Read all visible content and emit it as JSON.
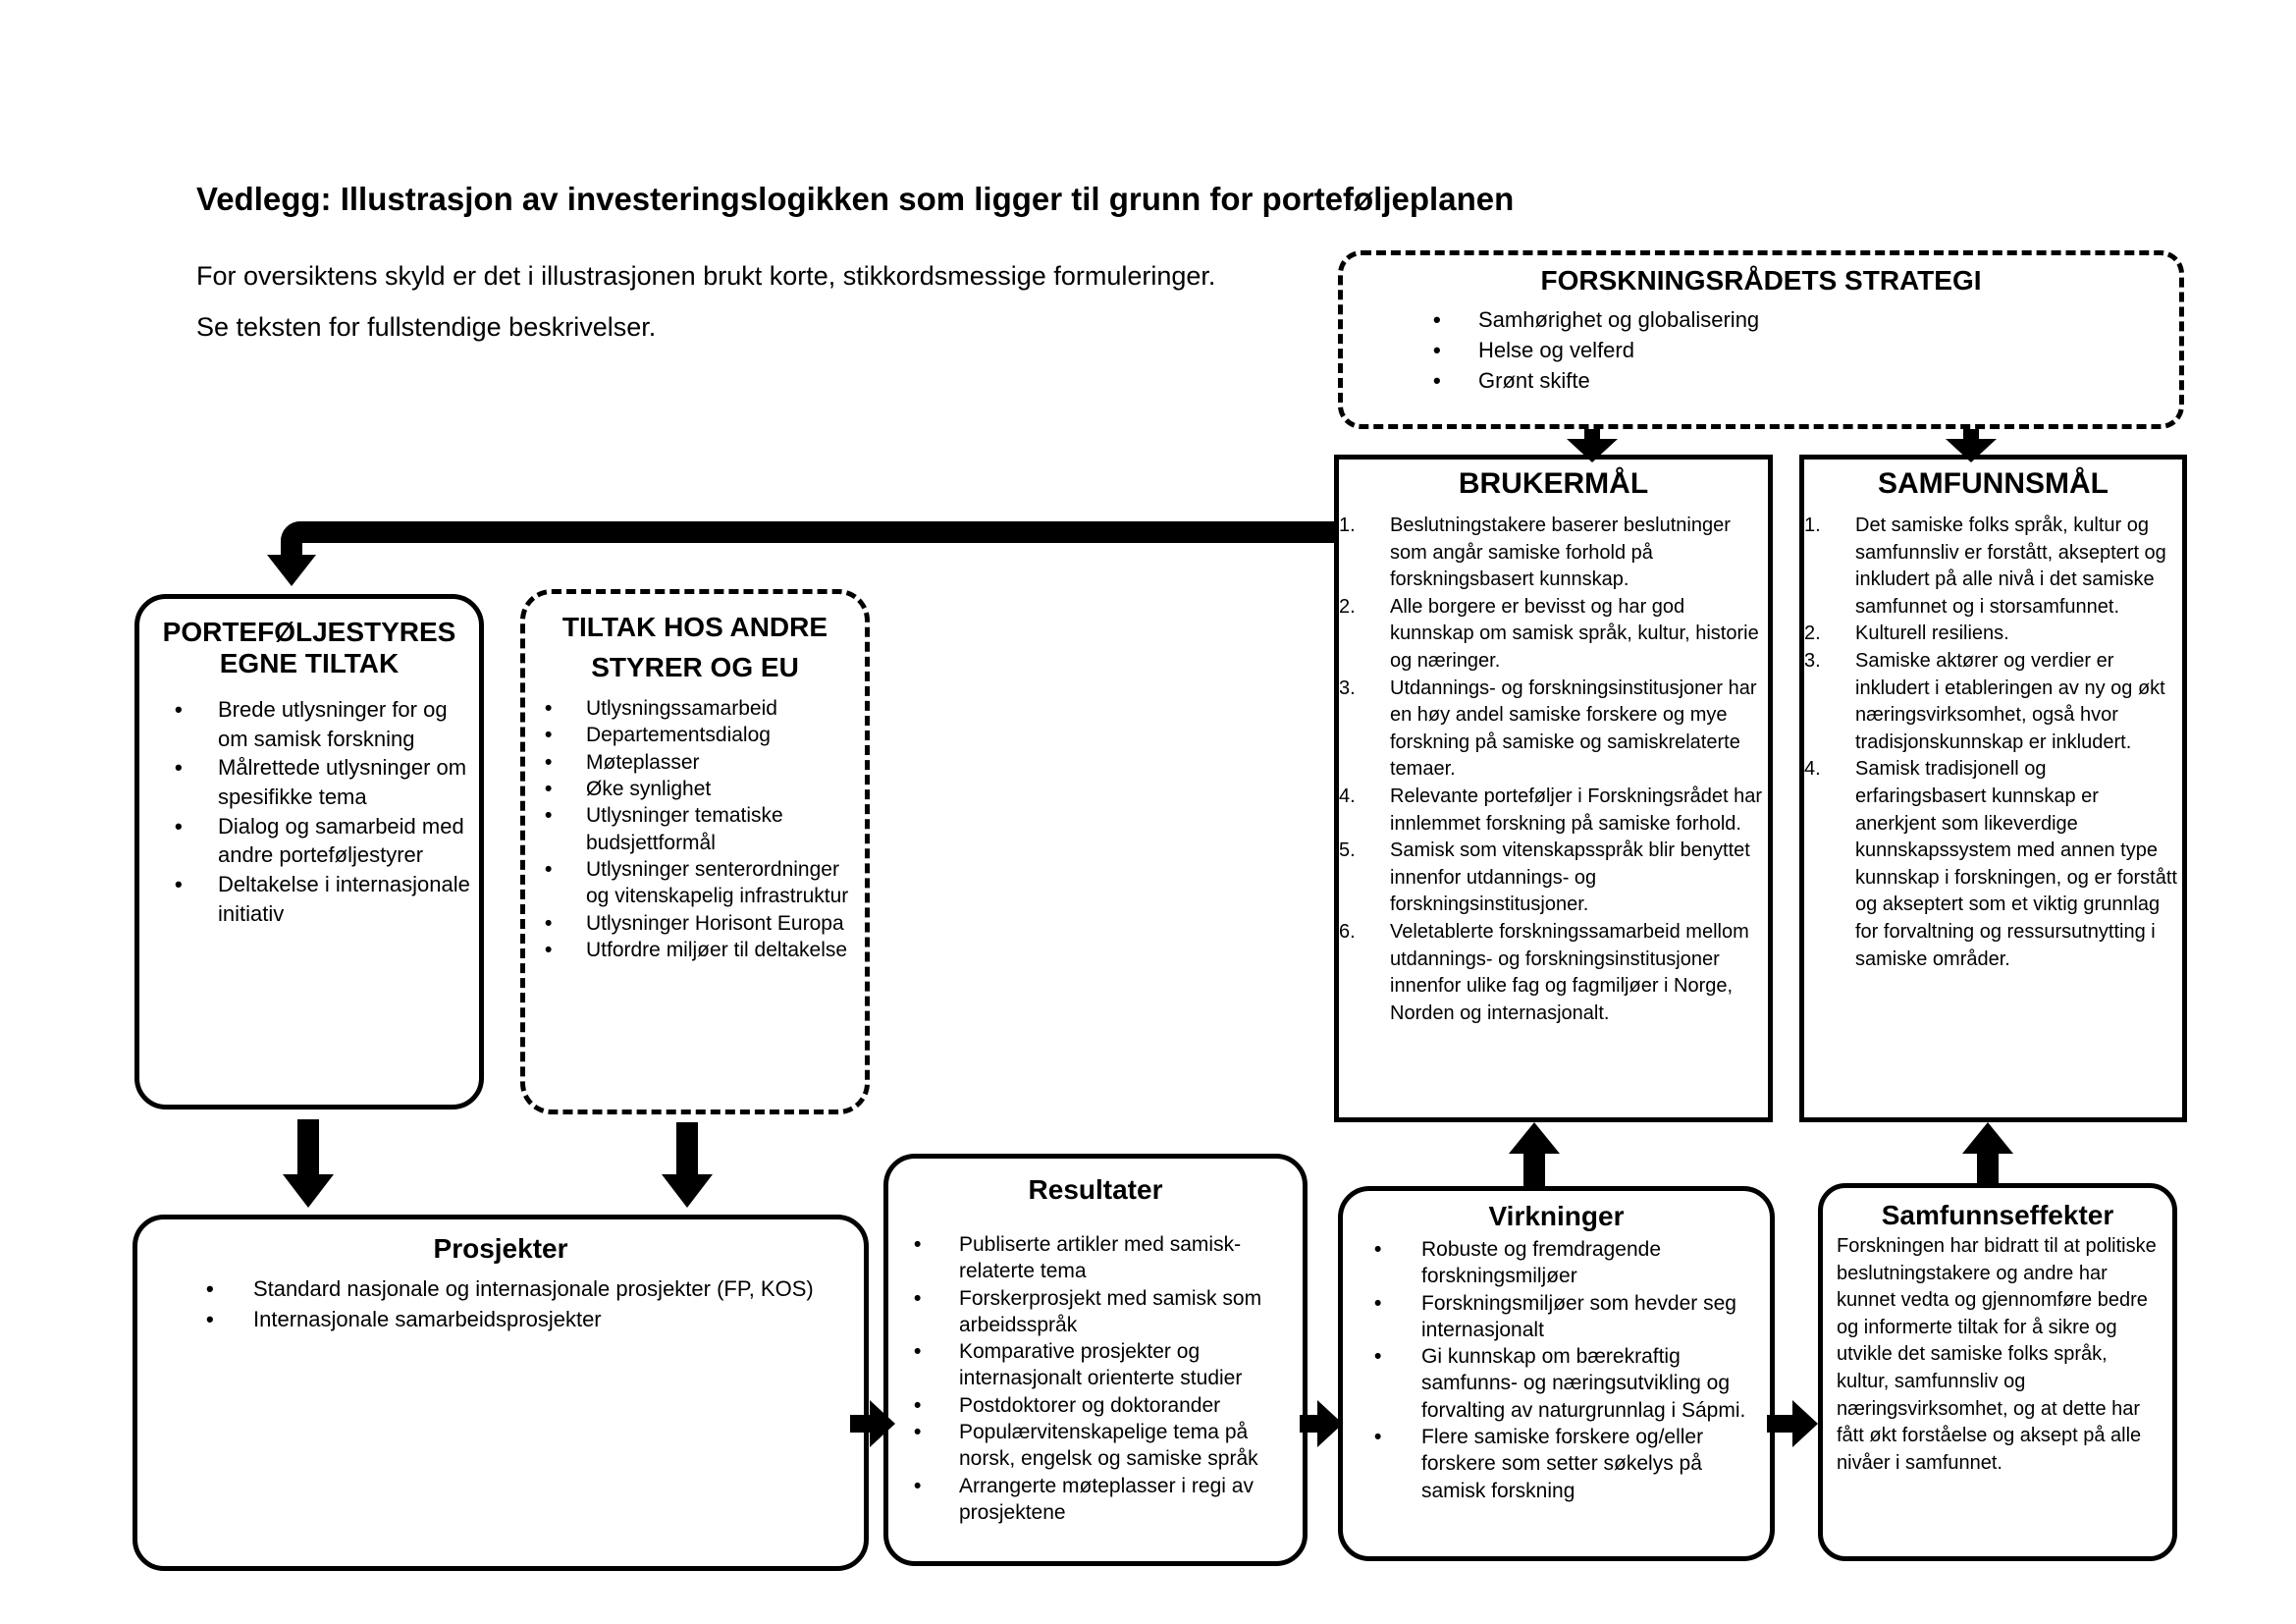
{
  "page": {
    "title": "Vedlegg: Illustrasjon av investeringslogikken som ligger til grunn for porteføljeplanen",
    "subtitle_line1": "For oversiktens skyld er det i illustrasjonen brukt korte, stikkordsmessige formuleringer.",
    "subtitle_line2": "Se teksten for fullstendige beskrivelser."
  },
  "colors": {
    "ink": "#000000",
    "background": "#ffffff"
  },
  "boxes": {
    "strategi": {
      "title": "FORSKNINGSRÅDETS STRATEGI",
      "items": [
        "Samhørighet og globalisering",
        "Helse og velferd",
        "Grønt skifte"
      ]
    },
    "brukermal": {
      "title": "BRUKERMÅL",
      "items": [
        "Beslutningstakere baserer beslutninger som angår samiske forhold på forskningsbasert kunnskap.",
        "Alle borgere er bevisst og har god kunnskap om samisk språk, kultur, historie og næringer.",
        "Utdannings- og forskningsinstitusjoner har en høy andel samiske forskere og mye forskning på samiske og samiskrelaterte temaer.",
        "Relevante porteføljer i Forskningsrådet har innlemmet forskning på samiske forhold.",
        "Samisk som vitenskapsspråk blir benyttet innenfor utdannings- og forskningsinstitusjoner.",
        "Veletablerte forskningssamarbeid mellom utdannings- og forskningsinstitusjoner innenfor ulike fag og fagmiljøer i Norge, Norden og internasjonalt."
      ]
    },
    "samfunnsmal": {
      "title": "SAMFUNNSMÅL",
      "items": [
        "Det samiske folks språk, kultur og samfunnsliv er forstått, akseptert og inkludert på alle nivå i det samiske samfunnet og i storsamfunnet.",
        "Kulturell resiliens.",
        "Samiske aktører og verdier er inkludert i etableringen av ny og økt næringsvirksomhet, også hvor tradisjonskunnskap er inkludert.",
        "Samisk tradisjonell og erfaringsbasert kunnskap er anerkjent som likeverdige kunnskapssystem med annen type kunnskap i forskningen, og er forstått og akseptert som et viktig grunnlag for forvaltning og ressursutnytting i samiske områder."
      ]
    },
    "portefoljestyres": {
      "title": "PORTEFØLJESTYRES EGNE TILTAK",
      "items": [
        "Brede utlysninger for og om samisk forskning",
        "Målrettede utlysninger om spesifikke tema",
        "Dialog og samarbeid med andre porteføljestyrer",
        "Deltakelse i internasjonale initiativ"
      ]
    },
    "tiltak_andre": {
      "title": "TILTAK HOS ANDRE STYRER OG EU",
      "items": [
        "Utlysningssamarbeid",
        "Departementsdialog",
        "Møteplasser",
        "Øke synlighet",
        "Utlysninger tematiske budsjettformål",
        "Utlysninger senterordninger og vitenskapelig infrastruktur",
        "Utlysninger Horisont Europa",
        "Utfordre miljøer til deltakelse"
      ]
    },
    "prosjekter": {
      "title": "Prosjekter",
      "items": [
        "Standard nasjonale og internasjonale prosjekter (FP, KOS)",
        "Internasjonale samarbeidsprosjekter"
      ]
    },
    "resultater": {
      "title": "Resultater",
      "items": [
        "Publiserte artikler med samisk-relaterte tema",
        "Forskerprosjekt med samisk som arbeidsspråk",
        "Komparative prosjekter og internasjonalt orienterte studier",
        "Postdoktorer og doktorander",
        "Populærvitenskapelige tema på norsk, engelsk og samiske språk",
        "Arrangerte møteplasser i regi av prosjektene"
      ]
    },
    "virkninger": {
      "title": "Virkninger",
      "items": [
        "Robuste og fremdragende forskningsmiljøer",
        "Forskningsmiljøer som hevder seg internasjonalt",
        "Gi kunnskap om bærekraftig samfunns- og næringsutvikling og forvalting av naturgrunnlag i Sápmi.",
        "Flere samiske forskere og/eller forskere som setter søkelys på samisk forskning"
      ]
    },
    "samfunnseffekter": {
      "title": "Samfunnseffekter",
      "text": "Forskningen har bidratt til at politiske beslutningstakere og andre har kunnet vedta og gjennomføre bedre og informerte tiltak for å sikre og utvikle det samiske folks språk, kultur, samfunnsliv og næringsvirksomhet, og at dette har fått økt forståelse og aksept på alle nivåer i samfunnet."
    }
  }
}
